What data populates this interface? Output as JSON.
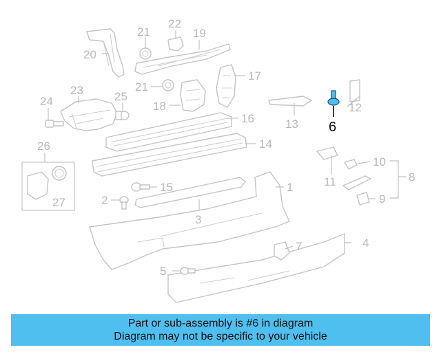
{
  "caption": {
    "line1": "Part or sub-assembly is #6 in diagram",
    "line2": "Diagram may not be specific to your vehicle"
  },
  "highlight_color": "#4fbfef",
  "highlighted_part": "6",
  "callouts": {
    "c1": "1",
    "c2": "2",
    "c3": "3",
    "c4": "4",
    "c5": "5",
    "c6": "6",
    "c7": "7",
    "c8": "8",
    "c9": "9",
    "c10": "10",
    "c11": "11",
    "c12": "12",
    "c13": "13",
    "c14": "14",
    "c15": "15",
    "c16": "16",
    "c17": "17",
    "c18": "18",
    "c19": "19",
    "c20": "20",
    "c21a": "21",
    "c21b": "21",
    "c22": "22",
    "c23": "23",
    "c24": "24",
    "c25": "25",
    "c26": "26",
    "c27": "27"
  }
}
